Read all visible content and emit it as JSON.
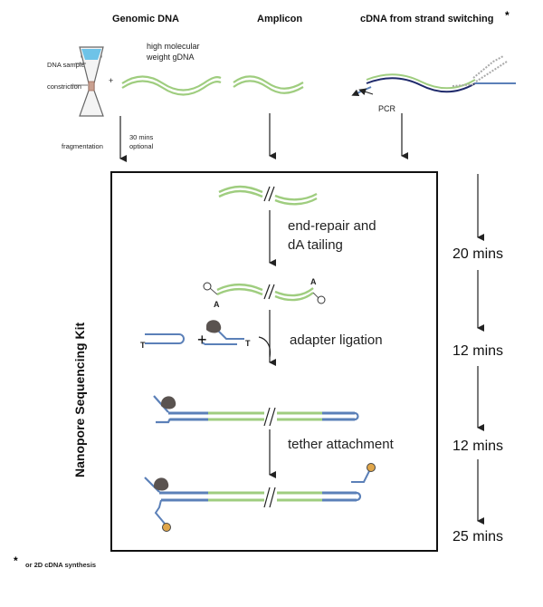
{
  "headers": {
    "genomic": "Genomic DNA",
    "amplicon": "Amplicon",
    "cdna": "cDNA from strand switching",
    "asterisk": "*"
  },
  "labels": {
    "dna_sample": "DNA sample",
    "constriction": "constriction",
    "plus": "+",
    "hmw_line1": "high molecular",
    "hmw_line2": "weight gDNA",
    "pcr": "PCR",
    "fragmentation": "fragmentation",
    "thirty_line1": "30 mins",
    "thirty_line2": "optional"
  },
  "steps": {
    "end_repair_line1": "end-repair and",
    "end_repair_line2": "dA tailing",
    "adapter_ligation": "adapter ligation",
    "tether_attachment": "tether attachment",
    "a_left": "A",
    "a_right": "A",
    "t_left": "T",
    "t_right": "T",
    "plus": "+"
  },
  "kit_label": "Nanopore Sequencing Kit",
  "times": [
    "20 mins",
    "12 mins",
    "12 mins",
    "25 mins"
  ],
  "footnote": {
    "symbol": "*",
    "text": "or 2D cDNA synthesis"
  },
  "colors": {
    "green": "#9fcd7f",
    "blue": "#5b80b8",
    "navy": "#1f2a6b",
    "motor": "#5a5350",
    "tether": "#e0a64a"
  }
}
